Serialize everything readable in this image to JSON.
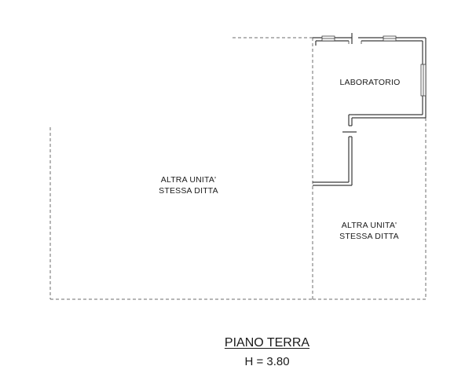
{
  "plan": {
    "rooms": [
      {
        "id": "left-unit",
        "lines": [
          "ALTRA  UNITA'",
          "STESSA  DITTA"
        ]
      },
      {
        "id": "laboratorio",
        "lines": [
          "LABORATORIO"
        ]
      },
      {
        "id": "right-unit",
        "lines": [
          "ALTRA UNITA'",
          "STESSA  DITTA"
        ]
      }
    ],
    "title": "PIANO TERRA",
    "height_label": "H = 3.80"
  }
}
